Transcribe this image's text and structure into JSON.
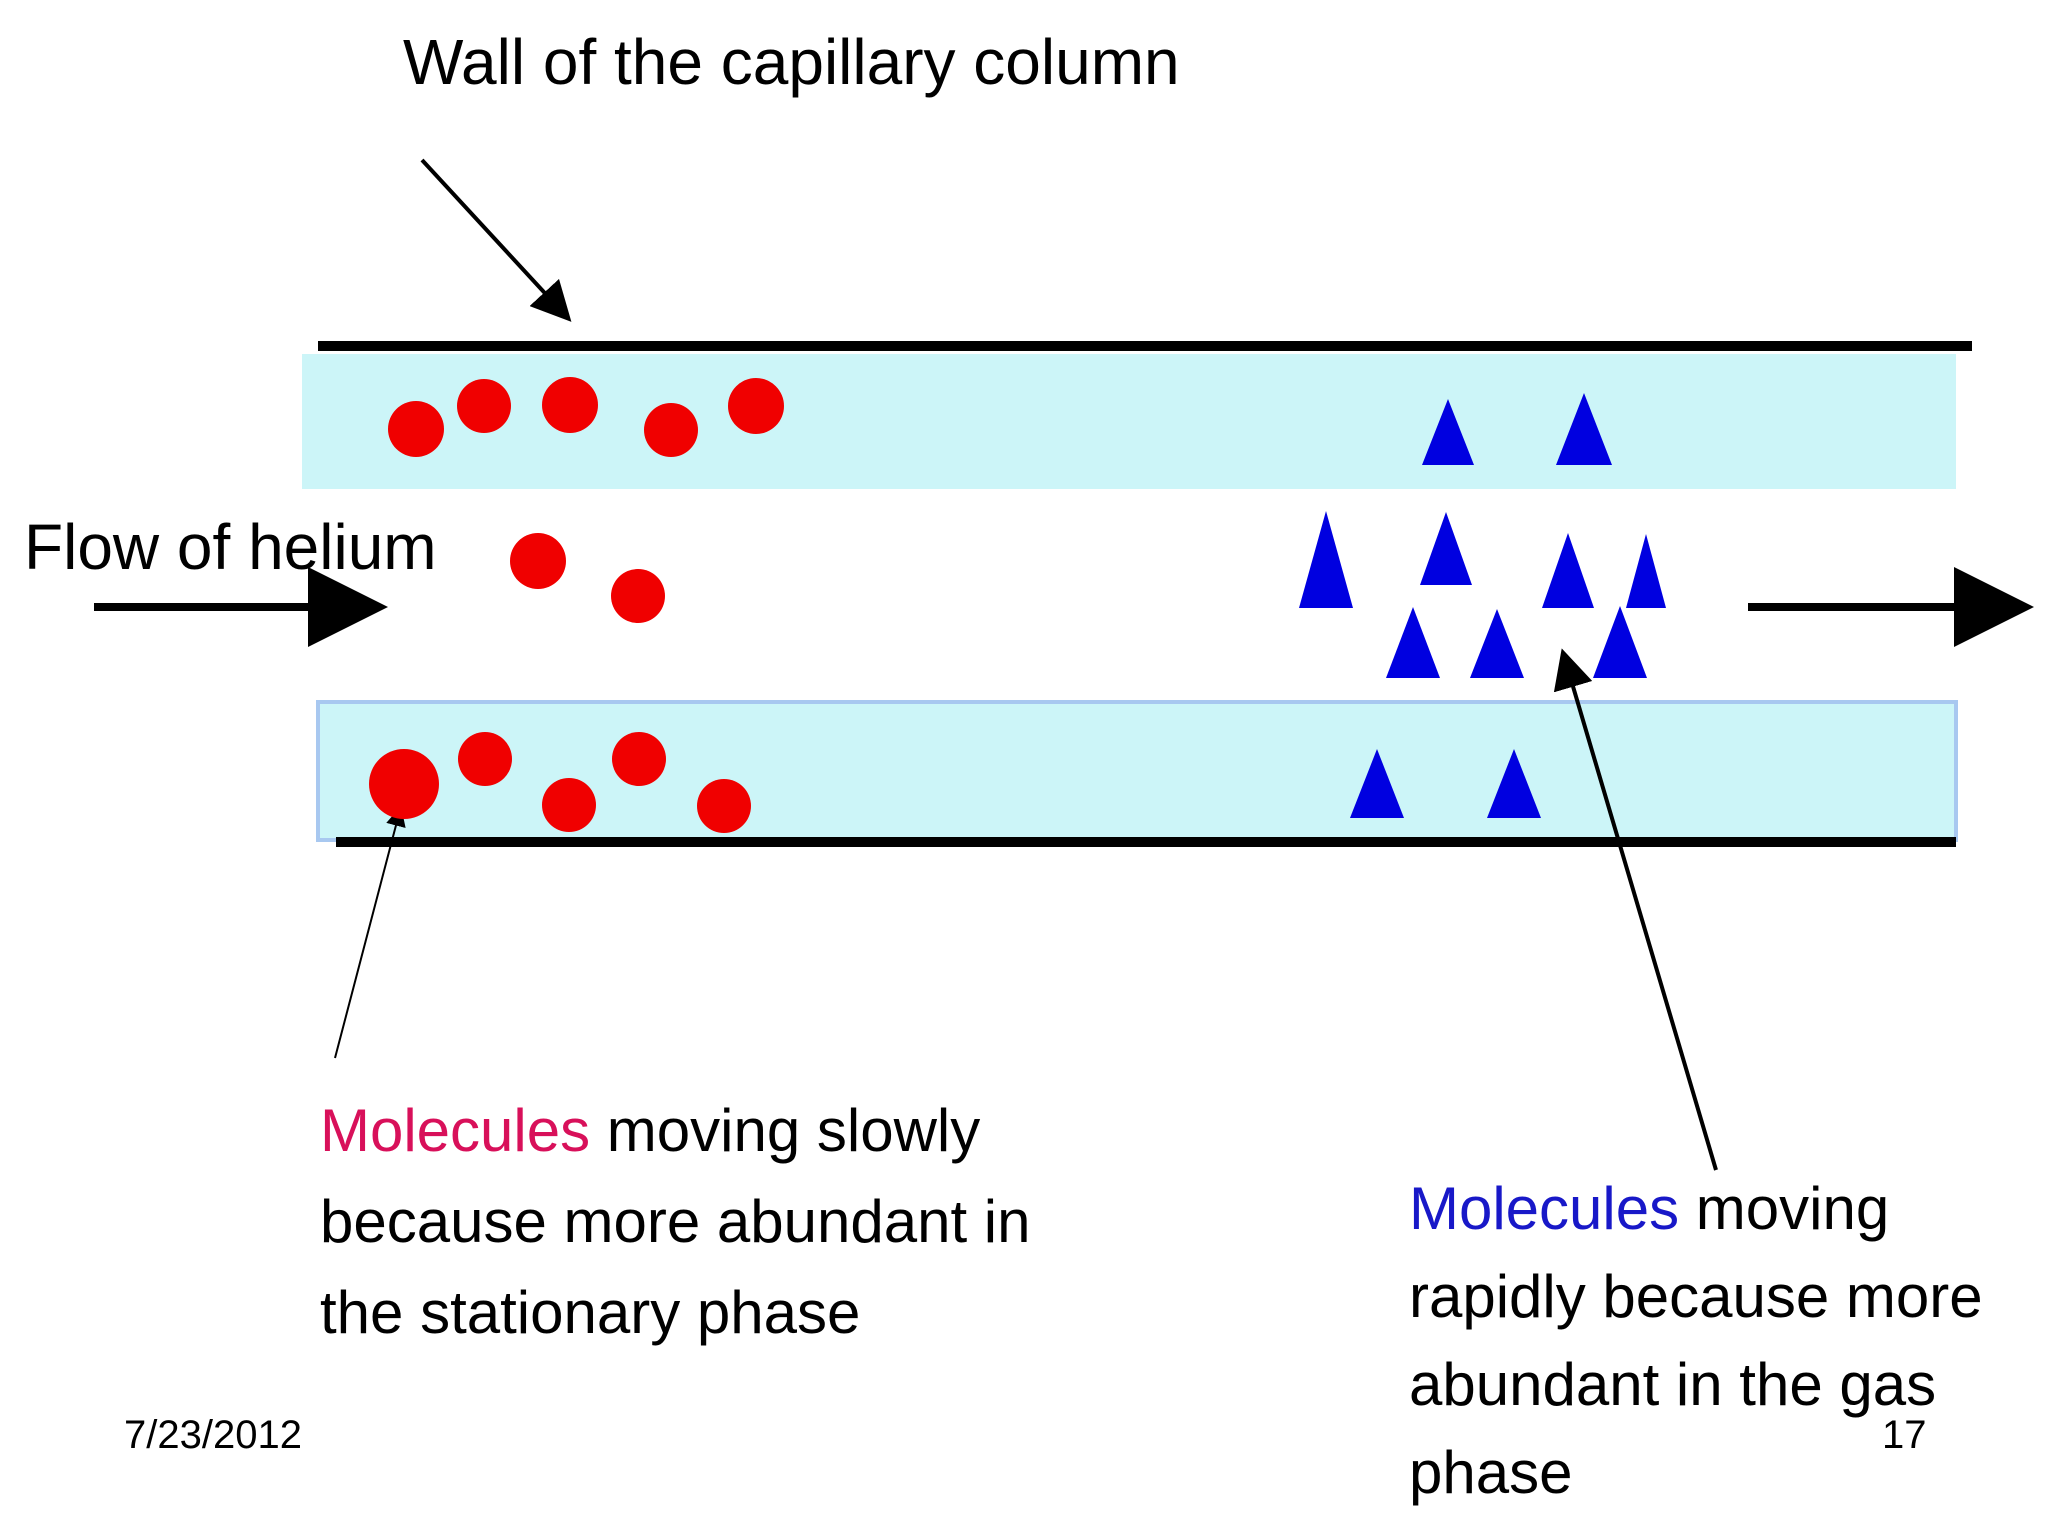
{
  "labels": {
    "wall": "Wall of the capillary column",
    "flow": "Flow of helium"
  },
  "captions": {
    "slow_highlight": "Molecules",
    "slow_rest": " moving slowly because more abundant in the stationary phase",
    "fast_highlight": "Molecules",
    "fast_rest": " moving rapidly because more abundant in the gas phase"
  },
  "footer": {
    "date": "7/23/2012",
    "page": "17"
  },
  "colors": {
    "stationary_phase": "#ccf5f8",
    "stationary_border": "#a8c8f0",
    "wall": "#000000",
    "slow_molecule": "#f00000",
    "fast_molecule": "#0000e0",
    "slow_text": "#d8105a",
    "fast_text": "#1818c8"
  },
  "icons": {
    "slow_molecule": "red-circle-icon",
    "fast_molecule": "blue-triangle-icon"
  }
}
